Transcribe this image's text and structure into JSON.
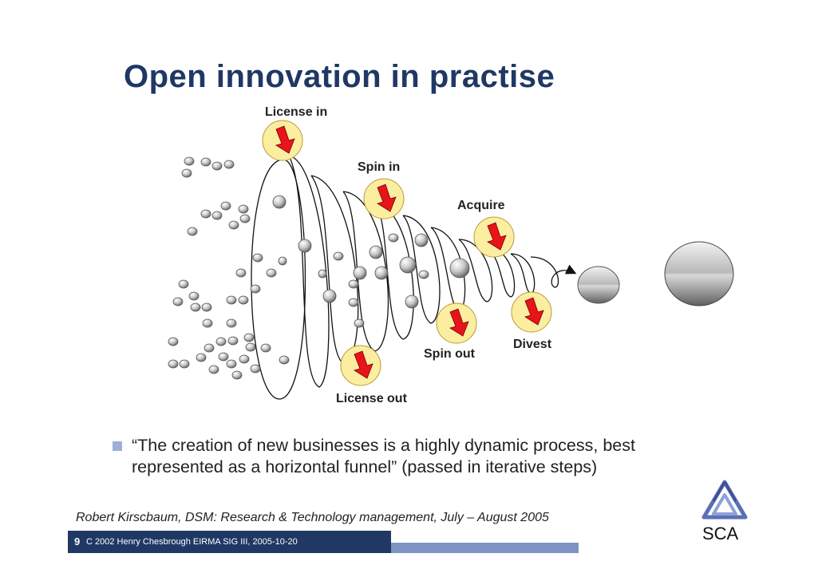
{
  "slide": {
    "title": "Open innovation in practise",
    "labels": {
      "license_in": "License in",
      "spin_in": "Spin in",
      "acquire": "Acquire",
      "divest": "Divest",
      "spin_out": "Spin out",
      "license_out": "License out"
    },
    "quote": "“The creation of new businesses is a highly dynamic process, best represented as a horizontal funnel” (passed in iterative steps)",
    "citation": "Robert Kirscbaum, DSM: Research & Technology management, July – August 2005",
    "footer": {
      "slide_number": "9",
      "text": "C 2002 Henry Chesbrough   EIRMA SIG III, 2005-10-20"
    },
    "logo": {
      "text": "SCA"
    }
  },
  "colors": {
    "title": "#1f3864",
    "arrow": "#e8141b",
    "badge": "#fbeea0",
    "footer_dark": "#1f3864",
    "footer_light": "#7f93c4",
    "bullet": "#9fb0d6"
  },
  "icons": [
    "red-down-arrow-icon",
    "sca-logo-icon",
    "bullet-square-icon"
  ]
}
